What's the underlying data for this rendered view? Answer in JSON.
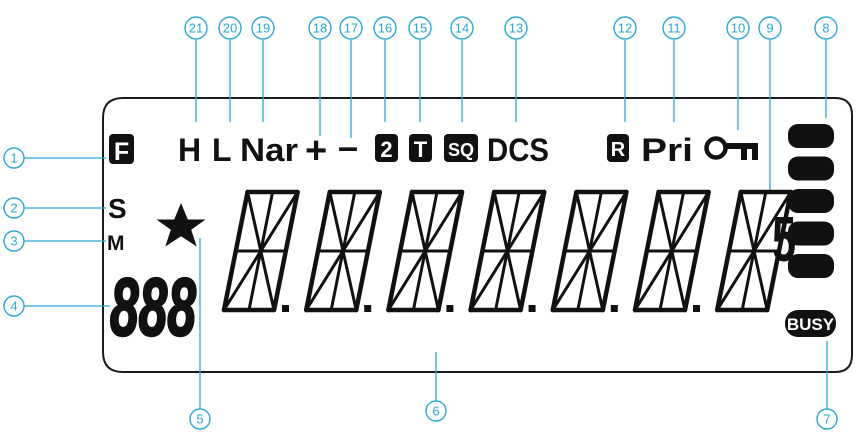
{
  "colors": {
    "callout": "#29a9d6",
    "segment": "#111111",
    "panel_stroke": "#1a1a1a",
    "background": "#ffffff"
  },
  "indicators": {
    "f": "F",
    "s": "S",
    "m": "M",
    "h": "H",
    "l": "L",
    "nar": "Nar",
    "plus": "+",
    "minus": "–",
    "two": "2",
    "t": "T",
    "sq": "SQ",
    "dcs": "DCS",
    "r": "R",
    "pri": "Pri",
    "key_icon": "key-icon",
    "star_icon": "star-icon",
    "busy": "BUSY",
    "s_meter_digit": "5",
    "channel_digits": "888",
    "main_char_count": 7,
    "s_meter_bars": 5
  },
  "callouts": {
    "c1": "1",
    "c2": "2",
    "c3": "3",
    "c4": "4",
    "c5": "5",
    "c6": "6",
    "c7": "7",
    "c8": "8",
    "c9": "9",
    "c10": "10",
    "c11": "11",
    "c12": "12",
    "c13": "13",
    "c14": "14",
    "c15": "15",
    "c16": "16",
    "c17": "17",
    "c18": "18",
    "c19": "19",
    "c20": "20",
    "c21": "21"
  }
}
